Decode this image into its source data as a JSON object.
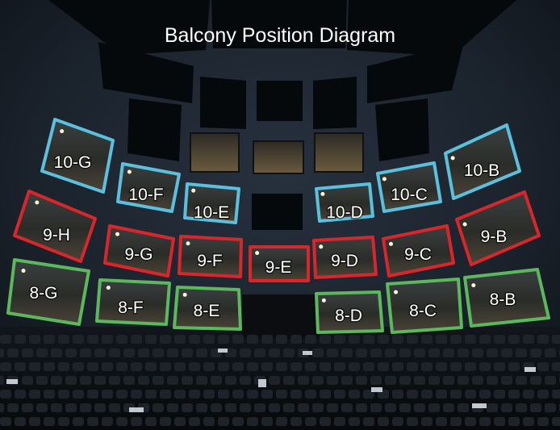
{
  "title": "Balcony Position Diagram",
  "colors": {
    "tier10": "#5bc0de",
    "tier9": "#d9262b",
    "tier8": "#5cb85c"
  },
  "boxes": [
    {
      "id": "10-G",
      "tier": 10
    },
    {
      "id": "10-F",
      "tier": 10
    },
    {
      "id": "10-E",
      "tier": 10
    },
    {
      "id": "10-D",
      "tier": 10
    },
    {
      "id": "10-C",
      "tier": 10
    },
    {
      "id": "10-B",
      "tier": 10
    },
    {
      "id": "9-H",
      "tier": 9
    },
    {
      "id": "9-G",
      "tier": 9
    },
    {
      "id": "9-F",
      "tier": 9
    },
    {
      "id": "9-E",
      "tier": 9
    },
    {
      "id": "9-D",
      "tier": 9
    },
    {
      "id": "9-C",
      "tier": 9
    },
    {
      "id": "9-B",
      "tier": 9
    },
    {
      "id": "8-G",
      "tier": 8
    },
    {
      "id": "8-F",
      "tier": 8
    },
    {
      "id": "8-E",
      "tier": 8
    },
    {
      "id": "8-D",
      "tier": 8
    },
    {
      "id": "8-C",
      "tier": 8
    },
    {
      "id": "8-B",
      "tier": 8
    }
  ]
}
